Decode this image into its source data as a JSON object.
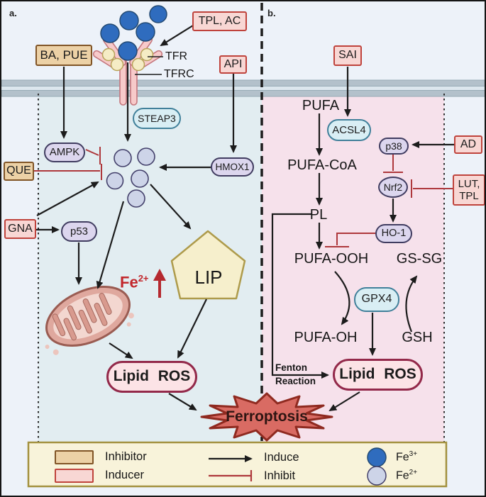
{
  "panels": {
    "a": "a.",
    "b": "b."
  },
  "nodes": {
    "tpl_ac": {
      "label": "TPL, AC",
      "type": "inducer"
    },
    "ba_pue": {
      "label": "BA, PUE",
      "type": "inhibitor"
    },
    "api": {
      "label": "API",
      "type": "inducer"
    },
    "que": {
      "label": "QUE",
      "type": "inhibitor"
    },
    "gna": {
      "label": "GNA",
      "type": "inducer"
    },
    "sai": {
      "label": "SAI",
      "type": "inducer"
    },
    "ad": {
      "label": "AD",
      "type": "inducer"
    },
    "lut_tpl": {
      "line1": "LUT,",
      "line2": "TPL",
      "type": "inducer"
    },
    "ampk": {
      "label": "AMPK"
    },
    "hmox1": {
      "label": "HMOX1"
    },
    "p53": {
      "label": "p53"
    },
    "p38": {
      "label": "p38"
    },
    "nrf2": {
      "label": "Nrf2"
    },
    "ho1": {
      "label": "HO-1"
    },
    "steap3": {
      "label": "STEAP3"
    },
    "acsl4": {
      "label": "ACSL4"
    },
    "gpx4": {
      "label": "GPX4"
    },
    "lip": {
      "label": "LIP"
    },
    "lipid_ros_a": {
      "label": "Lipid ROS"
    },
    "lipid_ros_b": {
      "label": "Lipid ROS"
    },
    "ferroptosis": {
      "label": "Ferroptosis"
    }
  },
  "labels": {
    "tfr": "TFR",
    "tfrc": "TFRC",
    "pufa": "PUFA",
    "pufa_coa": "PUFA-CoA",
    "pl": "PL",
    "pufa_ooh": "PUFA-OOH",
    "pufa_oh": "PUFA-OH",
    "gs_sg": "GS-SG",
    "gsh": "GSH",
    "fe2_base": "Fe",
    "fe2_sup": "2+",
    "fenton_line1": "Fenton",
    "fenton_line2": "Reaction"
  },
  "legend": {
    "inhibitor": "Inhibitor",
    "inducer": "Inducer",
    "induce": "Induce",
    "inhibit": "Inhibit",
    "fe3_base": "Fe",
    "fe3_sup": "3+",
    "fe2_base": "Fe",
    "fe2_sup": "2+"
  },
  "colors": {
    "inducer_fill": "#f8d7d4",
    "inducer_border": "#bf433c",
    "inhibitor_fill": "#ecd1a6",
    "inhibitor_border": "#805426",
    "protein_fill": "#dcd6ee",
    "protein_border": "#403c60",
    "enzyme_fill": "#d9eef4",
    "enzyme_border": "#41809a",
    "ros_fill": "#fce3e6",
    "ros_border": "#93294a",
    "lip_fill": "#f6efcc",
    "lip_border": "#ae9b4b",
    "ferroptosis_fill": "#d96b63",
    "ferroptosis_border": "#8f2a20",
    "fe3": "#2f6cbe",
    "fe2": "#cdd4e8",
    "induce_line": "#1c1c1c",
    "inhibit_line": "#ae383c",
    "cell_a_bg": "#e2edf1",
    "cell_b_bg": "#f6e1eb",
    "membrane": "#b3c1cb",
    "legend_bg": "#f8f3da",
    "legend_border": "#a3913f"
  }
}
